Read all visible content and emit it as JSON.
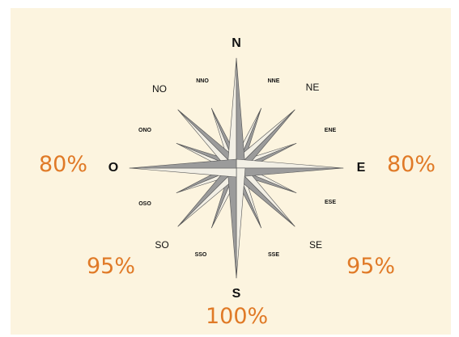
{
  "colors": {
    "background": "#fcf4df",
    "percent": "#e07a27",
    "point_light": "#f2efe5",
    "point_dark": "#9b9b9b",
    "outline": "#555555"
  },
  "directions": {
    "north": "N",
    "south": "S",
    "east": "E",
    "west": "O",
    "northeast": "NE",
    "northwest": "NO",
    "southeast": "SE",
    "southwest": "SO",
    "north_northeast": "NNE",
    "north_northwest": "NNO",
    "east_northeast": "ENE",
    "east_southeast": "ESE",
    "south_southeast": "SSE",
    "south_southwest": "SSO",
    "west_northwest": "ONO",
    "west_southwest": "OSO"
  },
  "percentages": {
    "west": "80%",
    "east": "80%",
    "southwest": "95%",
    "southeast": "95%",
    "south": "100%"
  }
}
